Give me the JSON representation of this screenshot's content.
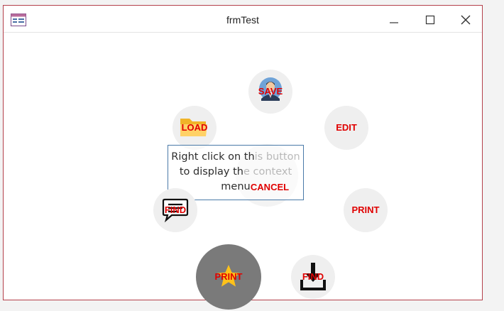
{
  "window": {
    "title": "frmTest",
    "controls": {
      "minimize": "minimize",
      "maximize": "maximize",
      "close": "close"
    }
  },
  "textbox": {
    "line1_a": "Right click on th",
    "line1_b": "is button",
    "line2_a": "to display th",
    "line2_b": "e context",
    "line3": "menu"
  },
  "menu": {
    "save": {
      "label": "SAVE",
      "icon": "businessman-avatar-icon"
    },
    "load": {
      "label": "LOAD",
      "icon": "folder-icon"
    },
    "edit": {
      "label": "EDIT"
    },
    "cancel": {
      "label": "CANCEL"
    },
    "find_chat": {
      "label": "FIND",
      "icon": "chat-icon"
    },
    "print_right": {
      "label": "PRINT"
    },
    "print_star": {
      "label": "PRINT",
      "icon": "star-icon"
    },
    "find_download": {
      "label": "FIND",
      "icon": "download-icon"
    }
  },
  "colors": {
    "label": "#e00000",
    "circle": "#efefef",
    "circle_selected": "#7a7a7a",
    "window_border": "#b4404a"
  }
}
